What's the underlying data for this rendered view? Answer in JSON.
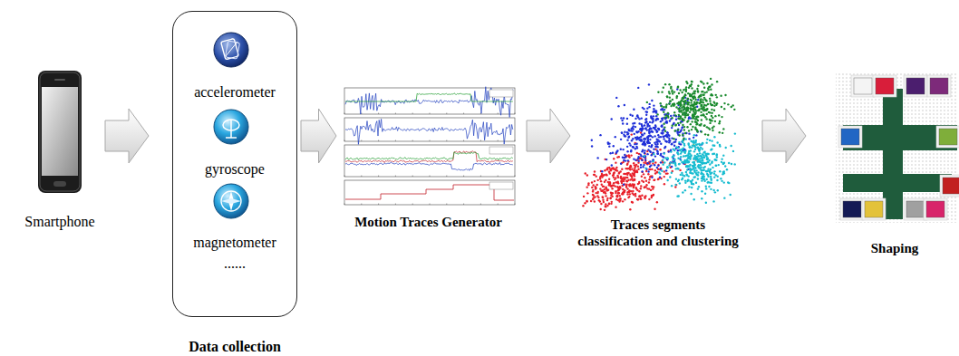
{
  "diagram": {
    "nodes": [
      {
        "text": [
          "Smartphone"
        ]
      },
      {
        "text": [
          "accelerometer",
          "gyroscope",
          "magnetometer",
          "......",
          "Data collection"
        ]
      },
      {
        "text": [
          "Motion Traces Generator"
        ]
      },
      {
        "text": [
          "Traces segments classification and clustering"
        ]
      },
      {
        "text": [
          "Shaping"
        ]
      }
    ],
    "edges": [
      {
        "from": 0,
        "to": 1,
        "arrow": "to"
      },
      {
        "from": 1,
        "to": 2,
        "arrow": "to"
      },
      {
        "from": 2,
        "to": 3,
        "arrow": "to"
      },
      {
        "from": 3,
        "to": 4,
        "arrow": "to"
      }
    ]
  }
}
